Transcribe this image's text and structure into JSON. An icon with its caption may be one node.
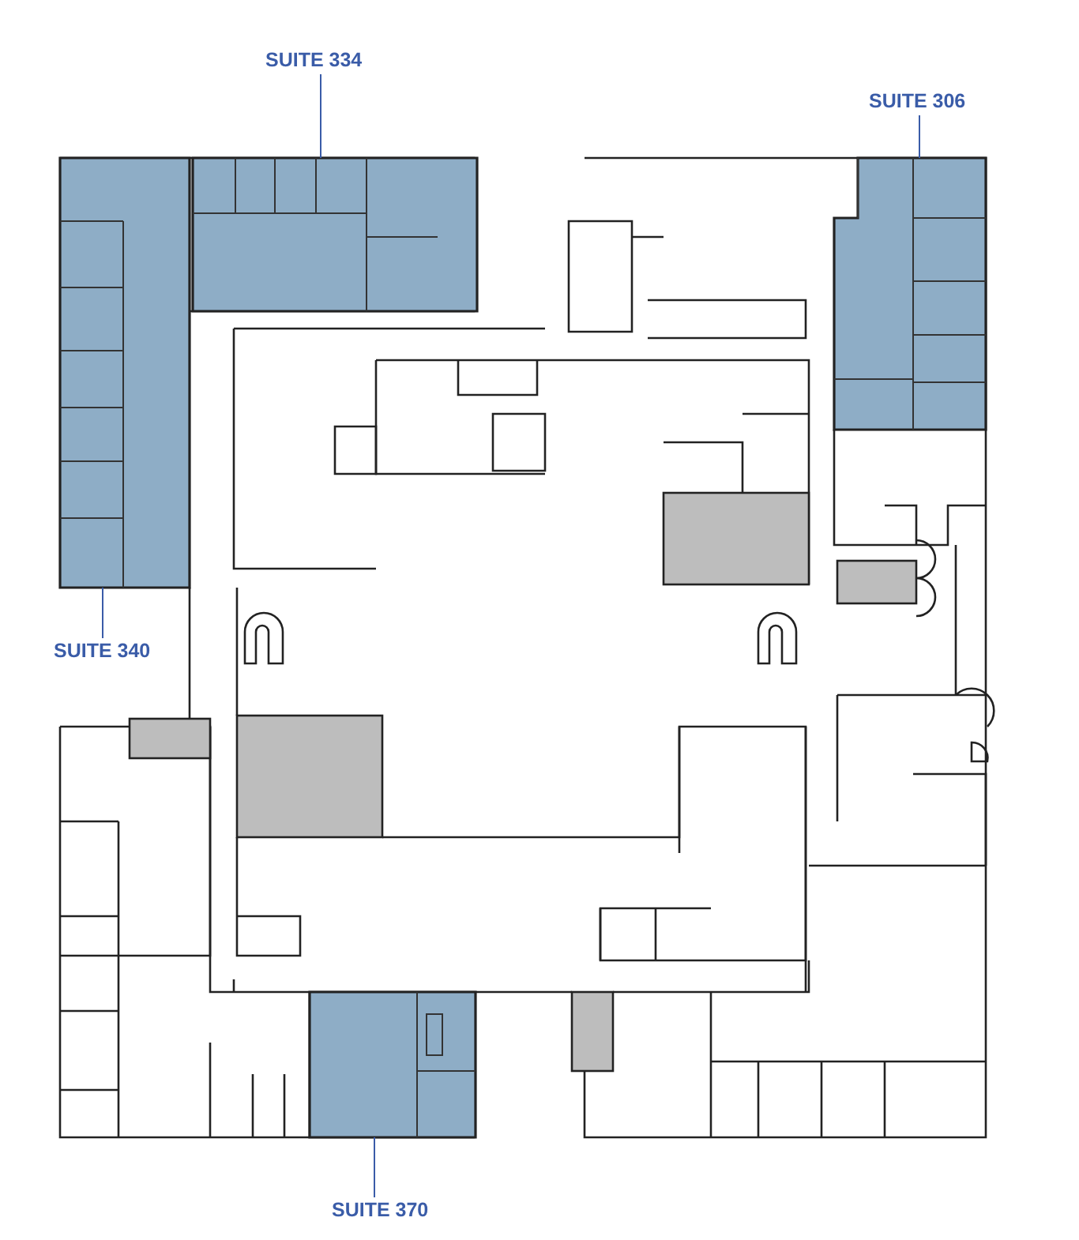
{
  "diagram": {
    "nodes": [
      {
        "text": [
          "SUITE 334"
        ]
      },
      {
        "text": [],
        "shape": "box"
      },
      {
        "text": [
          "SUITE 306"
        ]
      },
      {
        "text": [],
        "shape": "box"
      },
      {
        "text": [
          "SUITE 340"
        ]
      },
      {
        "text": [],
        "shape": "box"
      },
      {
        "text": [
          "SUITE 370"
        ]
      },
      {
        "text": [],
        "shape": "box"
      }
    ],
    "edges": [
      {
        "from": 0,
        "to": 1,
        "arrow": "none"
      },
      {
        "from": 2,
        "to": 3,
        "arrow": "none"
      },
      {
        "from": 4,
        "to": 5,
        "arrow": "none"
      },
      {
        "from": 6,
        "to": 7,
        "arrow": "none"
      }
    ]
  }
}
